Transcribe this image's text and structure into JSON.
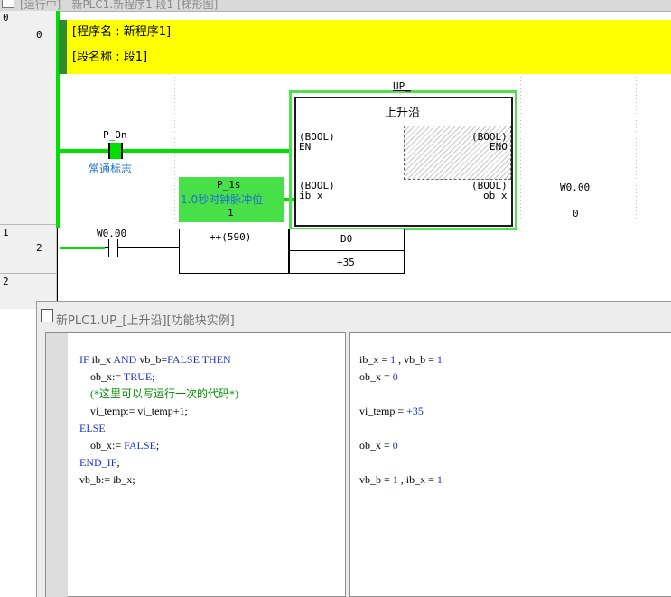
{
  "window": {
    "title": "[运行中] - 新PLC1.新程序1.段1 [梯形图]"
  },
  "rungs": {
    "numbers": [
      {
        "address": "0",
        "index": "0"
      },
      {
        "address": "1",
        "index": "2"
      },
      {
        "address": "2",
        "index": ""
      }
    ]
  },
  "comment": {
    "program_line": "[程序名 : 新程序1]",
    "section_line": "[段名称 : 段1]"
  },
  "ladder": {
    "contact_p_on": {
      "name": "P_On",
      "comment": "常通标志"
    },
    "contact_p_1s": {
      "name": "P_1s",
      "comment": "1.0秒时钟脉冲位",
      "value": "1"
    },
    "fb_instance": {
      "instance": "UP_",
      "name": "上升沿",
      "pin_en_type": "(BOOL)",
      "pin_en": "EN",
      "pin_eno_type": "(BOOL)",
      "pin_eno": "ENO",
      "pin_in_type": "(BOOL)",
      "pin_in": "ib_x",
      "pin_out_type": "(BOOL)",
      "pin_out": "ob_x",
      "out_var": "W0.00",
      "out_value": "0"
    },
    "contact_w000": {
      "name": "W0.00"
    },
    "instr_inc": {
      "mnemonic": "++(590)",
      "operand": "D0",
      "value": "+35"
    }
  },
  "fb_window": {
    "title": "新PLC1.UP_[上升沿][功能块实例]",
    "code_lines": [
      [
        {
          "t": "IF ",
          "k": "kw"
        },
        {
          "t": "ib_x ",
          "k": ""
        },
        {
          "t": "AND ",
          "k": "kw"
        },
        {
          "t": "vb_b=",
          "k": ""
        },
        {
          "t": "FALSE THEN",
          "k": "kw"
        }
      ],
      [
        {
          "t": "    ob_x:= ",
          "k": ""
        },
        {
          "t": "TRUE",
          "k": "kw"
        },
        {
          "t": ";",
          "k": ""
        }
      ],
      [
        {
          "t": "    (*这里可以写运行一次的代码*)",
          "k": "cm"
        }
      ],
      [
        {
          "t": "    vi_temp:= vi_temp+1;",
          "k": ""
        }
      ],
      [
        {
          "t": "ELSE",
          "k": "kw"
        }
      ],
      [
        {
          "t": "    ob_x:= ",
          "k": ""
        },
        {
          "t": "FALSE",
          "k": "kw"
        },
        {
          "t": ";",
          "k": ""
        }
      ],
      [
        {
          "t": "END_IF",
          "k": "kw"
        },
        {
          "t": ";",
          "k": ""
        }
      ],
      [
        {
          "t": "vb_b:= ib_x;",
          "k": ""
        }
      ]
    ],
    "watch_lines": [
      [
        {
          "t": "ib_x = ",
          "k": ""
        },
        {
          "t": "1",
          "k": "val"
        },
        {
          "t": " , vb_b = ",
          "k": ""
        },
        {
          "t": "1",
          "k": "val"
        }
      ],
      [
        {
          "t": "ob_x = ",
          "k": ""
        },
        {
          "t": "0",
          "k": "val"
        }
      ],
      [
        {
          "t": "",
          "k": ""
        }
      ],
      [
        {
          "t": "vi_temp = ",
          "k": ""
        },
        {
          "t": "+35",
          "k": "val"
        }
      ],
      [
        {
          "t": "",
          "k": ""
        }
      ],
      [
        {
          "t": "ob_x = ",
          "k": ""
        },
        {
          "t": "0",
          "k": "val"
        }
      ],
      [
        {
          "t": "",
          "k": ""
        }
      ],
      [
        {
          "t": "vb_b = ",
          "k": ""
        },
        {
          "t": "1",
          "k": "val"
        },
        {
          "t": " , ib_x = ",
          "k": ""
        },
        {
          "t": "1",
          "k": "val"
        }
      ]
    ]
  },
  "colors": {
    "power_flow": "#00e000",
    "comment_bg": "#ffff00",
    "keyword": "#1a33cc",
    "comment_text": "#009000"
  }
}
